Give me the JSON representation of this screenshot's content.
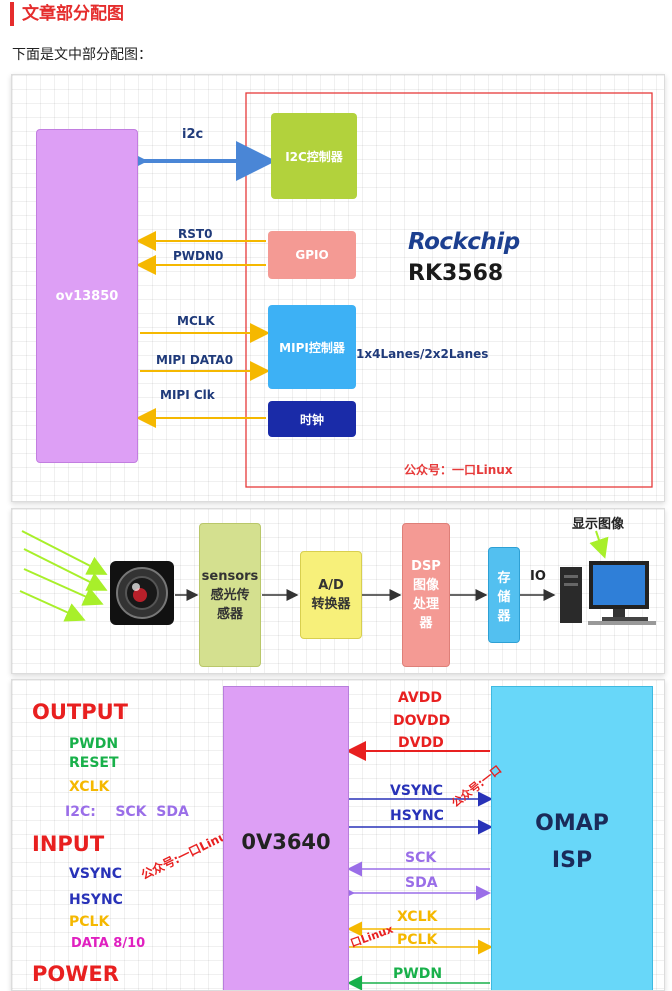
{
  "heading": "文章部分配图",
  "intro": "下面是文中部分配图：",
  "fig1": {
    "sensor": "ov13850",
    "i2c_label": "i2c",
    "i2c_ctrl": "I2C控制器",
    "rst": "RST0",
    "pwdn": "PWDN0",
    "gpio": "GPIO",
    "brand": "Rockchip",
    "chip": "RK3568",
    "mclk": "MCLK",
    "mipi_data": "MIPI DATA0",
    "mipi_ctrl": "MIPI控制器",
    "lanes": "1x4Lanes/2x2Lanes",
    "mipi_clk": "MIPI Clk",
    "clock": "时钟",
    "watermark": "公众号：一口Linux",
    "colors": {
      "sensor": "#dd9ff5",
      "i2c": "#b2d23c",
      "gpio": "#f49a94",
      "mipi": "#3db1f5",
      "clock": "#1a2ba8",
      "frame": "#e63a3a"
    }
  },
  "fig2": {
    "sensors_line1": "sensors",
    "sensors_line2": "感光传",
    "sensors_line3": "感器",
    "ad_line1": "A/D",
    "ad_line2": "转换器",
    "dsp_line1": "DSP",
    "dsp_line2": "图像",
    "dsp_line3": "处理",
    "dsp_line4": "器",
    "store_line1": "存",
    "store_line2": "储",
    "store_line3": "器",
    "io": "IO",
    "display": "显示图像",
    "lens_icon": "camera-lens-icon",
    "computer_icon": "computer-icon"
  },
  "fig3": {
    "output_title": "OUTPUT",
    "out_pwdn": "PWDN",
    "out_reset": "RESET",
    "out_xclk": "XCLK",
    "out_i2c": "I2C:    SCK  SDA",
    "input_title": "INPUT",
    "in_vsync": "VSYNC",
    "in_hsync": "HSYNC",
    "in_pclk": "PCLK",
    "in_data": "DATA 8/10",
    "power_title": "POWER",
    "chip": "0V3640",
    "isp_line1": "OMAP",
    "isp_line2": "ISP",
    "avdd": "AVDD",
    "dovdd": "DOVDD",
    "dvdd": "DVDD",
    "vsync": "VSYNC",
    "hsync": "HSYNC",
    "sck": "SCK",
    "sda": "SDA",
    "xclk": "XCLK",
    "pclk": "PCLK",
    "pwdn": "PWDN",
    "watermark_a": "公众号:一口Linux",
    "watermark_b": "公众号:一口",
    "watermark_c": "口Linux"
  }
}
